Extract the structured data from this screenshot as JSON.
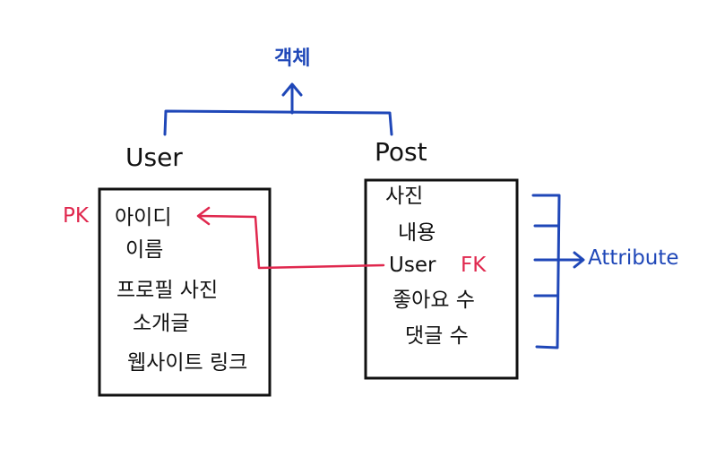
{
  "colors": {
    "ink": "#111111",
    "blue": "#1f47b8",
    "red": "#e0284e"
  },
  "parent": {
    "label": "객체"
  },
  "entities": {
    "user": {
      "name": "User",
      "attributes": [
        "아이디",
        "이름",
        "프로필 사진",
        "소개글",
        "웹사이트 링크"
      ]
    },
    "post": {
      "name": "Post",
      "attributes": [
        "사진",
        "내용",
        "User",
        "좋아요 수",
        "댓글 수"
      ]
    }
  },
  "keys": {
    "pk": "PK",
    "fk": "FK"
  },
  "attribute_label": "Attribute"
}
